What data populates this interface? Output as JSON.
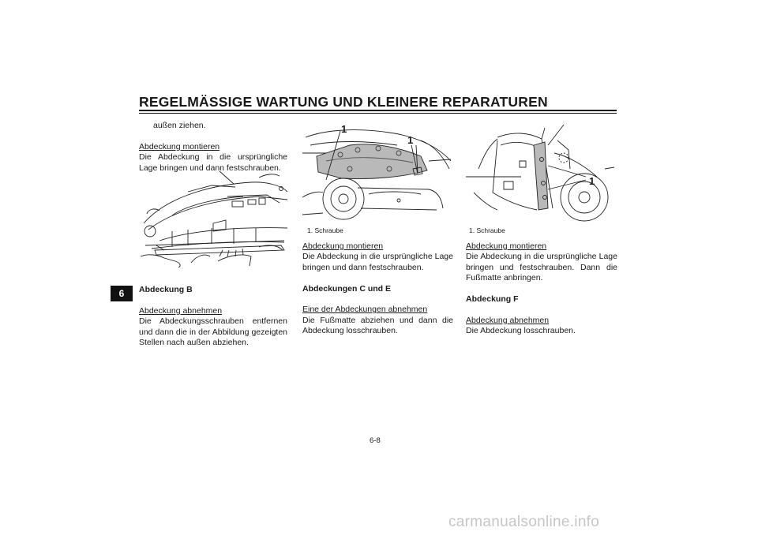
{
  "header": {
    "title": "REGELMÄSSIGE WARTUNG UND KLEINERE REPARATUREN"
  },
  "chapter_tab": "6",
  "col1": {
    "cont": "außen ziehen.",
    "sub1": "Abdeckung montieren",
    "p1": "Die Abdeckung in die ursprüngliche Lage bringen und dann festschrauben.",
    "h1": "Abdeckung B",
    "sub2": "Abdeckung abnehmen",
    "p2": "Die Abdeckungsschrauben entfernen und dann die in der Abbildung gezeigten Stellen nach außen abziehen."
  },
  "fig2": {
    "callout_a": "1",
    "callout_b": "1",
    "caption": "1. Schraube"
  },
  "col2": {
    "sub1": "Abdeckung montieren",
    "p1": "Die Abdeckung in die ursprüngliche Lage bringen und dann festschrauben.",
    "h1": "Abdeckungen C und E",
    "sub2": "Eine der Abdeckungen abnehmen",
    "p2": "Die Fußmatte abziehen und dann die Abdeckung losschrauben."
  },
  "fig3": {
    "callout": "1",
    "caption": "1. Schraube"
  },
  "col3": {
    "sub1": "Abdeckung montieren",
    "p1": "Die Abdeckung in die ursprüngliche Lage bringen und festschrauben. Dann die Fußmatte anbringen.",
    "h1": "Abdeckung F",
    "sub2": "Abdeckung abnehmen",
    "p2": "Die Abdeckung losschrauben."
  },
  "footer": {
    "page_number": "6-8",
    "watermark": "carmanualsonline.info"
  }
}
